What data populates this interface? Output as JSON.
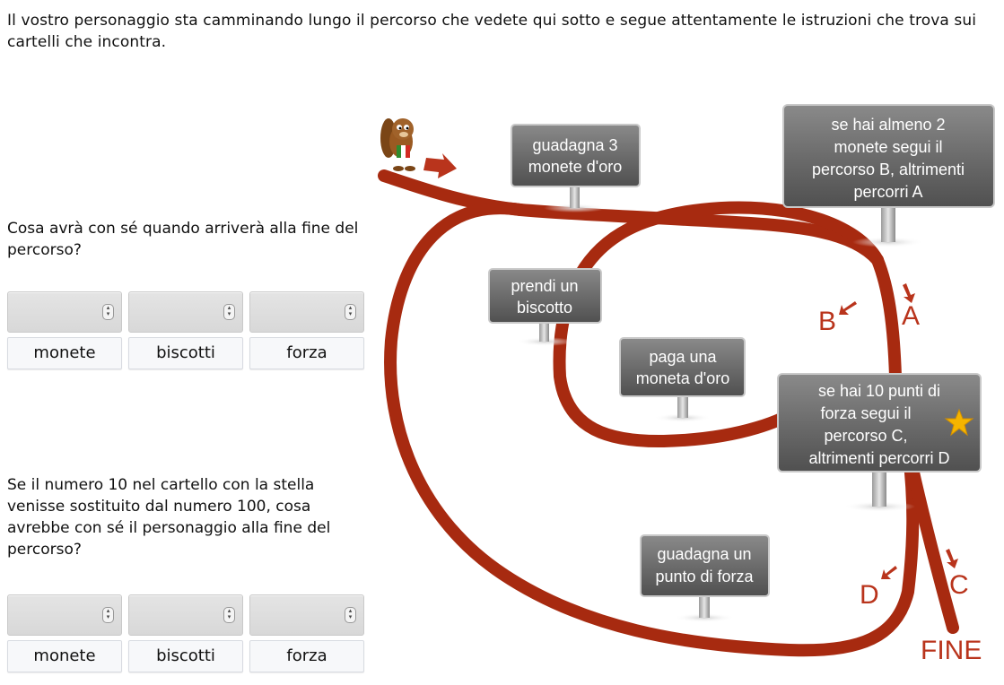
{
  "intro": {
    "text": "Il vostro personaggio sta camminando lungo il percorso che vedete qui sotto e segue attentamente le istruzioni che trova sui cartelli che incontra."
  },
  "question1": {
    "text": "Cosa avrà con sé quando arriverà alla fine del percorso?",
    "columns": [
      {
        "label": "monete",
        "value": ""
      },
      {
        "label": "biscotti",
        "value": ""
      },
      {
        "label": "forza",
        "value": ""
      }
    ]
  },
  "question2": {
    "text": "Se il numero 10 nel cartello con la stella venisse sostituito dal numero 100, cosa avrebbe con sé il personaggio alla fine del percorso?",
    "columns": [
      {
        "label": "monete",
        "value": ""
      },
      {
        "label": "biscotti",
        "value": ""
      },
      {
        "label": "forza",
        "value": ""
      }
    ]
  },
  "diagram": {
    "path_color": "#a72a10",
    "sign_color": "#6e6e6e",
    "signs": {
      "gold": [
        "guadagna 3",
        "monete d'oro"
      ],
      "branch_ab": [
        "se hai almeno 2",
        "monete segui il",
        "percorso B, altrimenti",
        "percorri A"
      ],
      "cookie": [
        "prendi un",
        "biscotto"
      ],
      "pay": [
        "paga una",
        "moneta d'oro"
      ],
      "branch_cd": [
        "se hai 10 punti di",
        "forza segui il",
        "percorso C,",
        "altrimenti percorri D"
      ],
      "strength": [
        "guadagna un",
        "punto di forza"
      ]
    },
    "labels": {
      "a": "A",
      "b": "B",
      "c": "C",
      "d": "D",
      "end": "FINE"
    },
    "icons": {
      "character": "beaver-character-icon",
      "star": "star-icon",
      "arrow": "start-arrow-icon"
    }
  }
}
